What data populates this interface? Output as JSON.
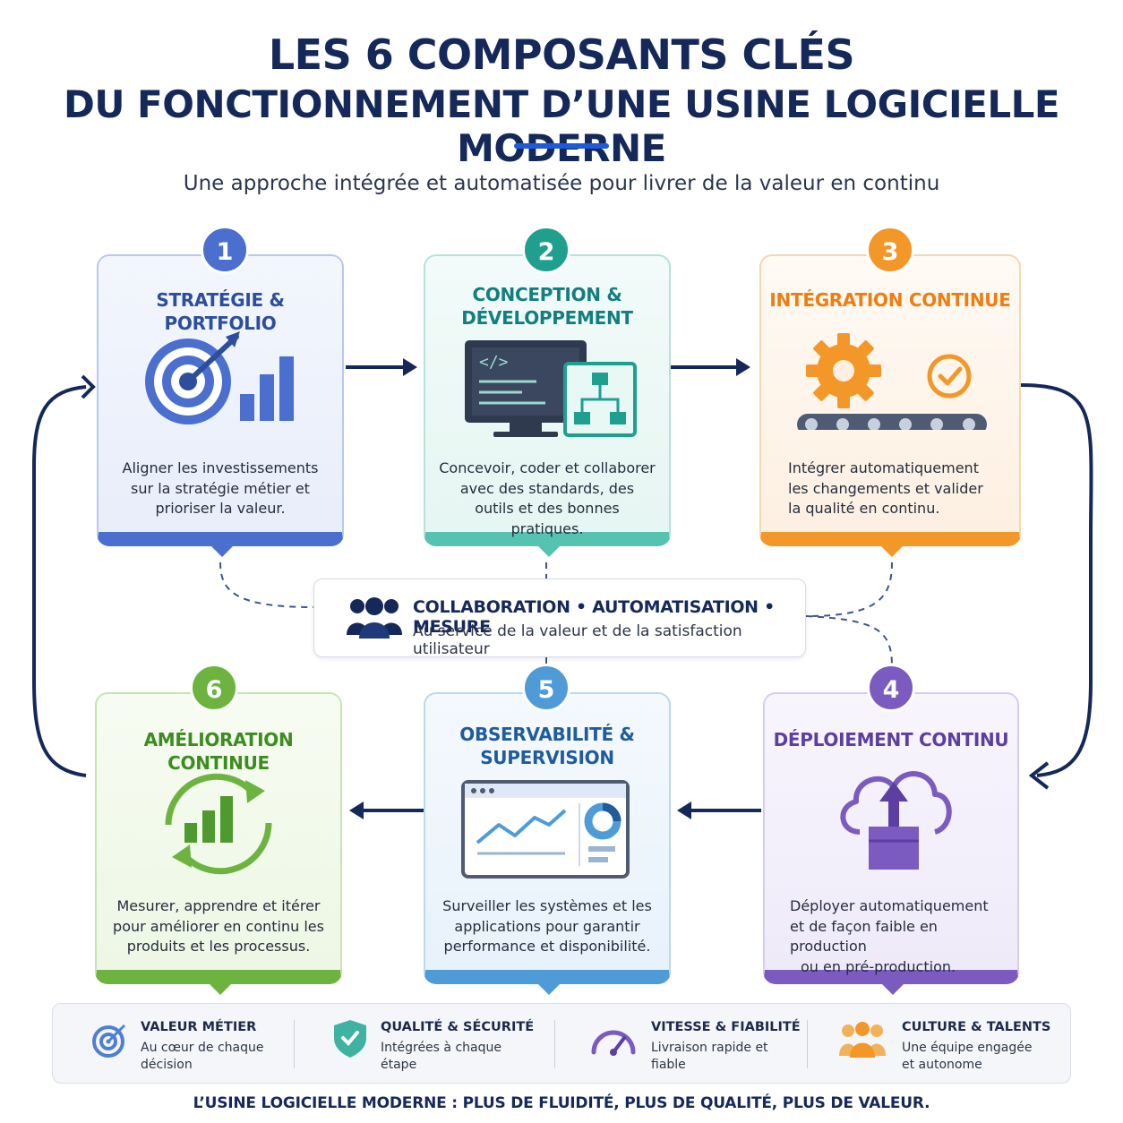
{
  "header": {
    "title_line1": "LES 6 COMPOSANTS CLÉS",
    "title_line2": "DU FONCTIONNEMENT D’UNE USINE LOGICIELLE MODERNE",
    "subtitle": "Une approche intégrée et automatisée pour livrer de la valeur en continu"
  },
  "colors": {
    "navy": "#14285a",
    "blue": "#4a6fcf",
    "teal": "#1fa08f",
    "orange": "#f39728",
    "purple": "#7b5bbf",
    "sky": "#4e9bd8",
    "green": "#6cb43f"
  },
  "components": [
    {
      "number": "1",
      "title_lines": [
        "STRATÉGIE & PORTFOLIO"
      ],
      "desc_lines": [
        "Aligner les investissements",
        "sur la stratégie métier et",
        "prioriser la valeur."
      ],
      "icon": "target-chart-icon"
    },
    {
      "number": "2",
      "title_lines": [
        "CONCEPTION &",
        "DÉVELOPPEMENT"
      ],
      "desc_lines": [
        "Concevoir, coder et collaborer",
        "avec des standards, des",
        "outils et des bonnes pratiques."
      ],
      "icon": "code-monitor-icon"
    },
    {
      "number": "3",
      "title_lines": [
        "INTÉGRATION CONTINUE"
      ],
      "desc_lines": [
        "Intégrer automatiquement",
        "les changements et valider",
        "la qualité en continu."
      ],
      "icon": "gear-conveyor-icon"
    },
    {
      "number": "4",
      "title_lines": [
        "DÉPLOIEMENT CONTINU"
      ],
      "desc_lines": [
        "Déployer automatiquement",
        "et de façon faible en production",
        "ou en pré-production."
      ],
      "icon": "cloud-upload-icon"
    },
    {
      "number": "5",
      "title_lines": [
        "OBSERVABILITÉ &",
        "SUPERVISION"
      ],
      "desc_lines": [
        "Surveiller les systèmes et les",
        "applications pour garantir",
        "performance et disponibilité."
      ],
      "icon": "dashboard-icon"
    },
    {
      "number": "6",
      "title_lines": [
        "AMÉLIORATION CONTINUE"
      ],
      "desc_lines": [
        "Mesurer, apprendre et itérer",
        "pour améliorer en continu les",
        "produits et les processus."
      ],
      "icon": "cycle-chart-icon"
    }
  ],
  "center": {
    "title": "COLLABORATION • AUTOMATISATION • MESURE",
    "subtitle": "Au service de la valeur et de la satisfaction utilisateur",
    "icon": "team-icon"
  },
  "benefits": [
    {
      "title": "VALEUR MÉTIER",
      "desc": "Au cœur de chaque décision",
      "icon": "target-icon"
    },
    {
      "title": "QUALITÉ & SÉCURITÉ",
      "desc": "Intégrées à chaque étape",
      "icon": "shield-check-icon"
    },
    {
      "title": "VITESSE & FIABILITÉ",
      "desc": "Livraison rapide et fiable",
      "icon": "speedometer-icon"
    },
    {
      "title": "CULTURE & TALENTS",
      "desc": "Une équipe engagée et autonome",
      "icon": "people-icon"
    }
  ],
  "footer": "L’USINE LOGICIELLE MODERNE : PLUS DE FLUIDITÉ, PLUS DE QUALITÉ, PLUS DE VALEUR."
}
